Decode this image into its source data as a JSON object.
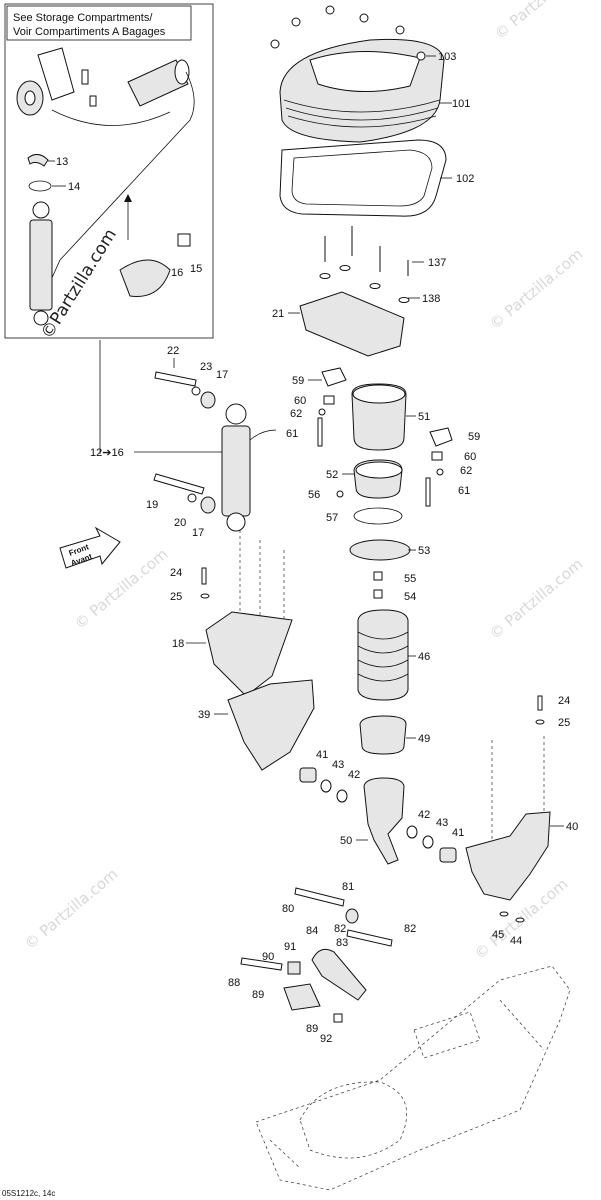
{
  "inset": {
    "title_line1": "See Storage Compartments/",
    "title_line2": "Voir Compartiments A Bagages"
  },
  "watermark": {
    "text": "© Partzilla.com",
    "main_text": "©Partzilla.com"
  },
  "direction_arrow": {
    "line1": "Front",
    "line2": "Avant"
  },
  "callouts": {
    "c13": "13",
    "c14": "14",
    "c15": "15",
    "c16": "16",
    "c12_16": "12➔16",
    "c17a": "17",
    "c17b": "17",
    "c18": "18",
    "c19": "19",
    "c20": "20",
    "c21": "21",
    "c22": "22",
    "c23": "23",
    "c24a": "24",
    "c24b": "24",
    "c25a": "25",
    "c25b": "25",
    "c39": "39",
    "c40": "40",
    "c41a": "41",
    "c41b": "41",
    "c42a": "42",
    "c42b": "42",
    "c43a": "43",
    "c43b": "43",
    "c44": "44",
    "c45": "45",
    "c46": "46",
    "c49": "49",
    "c50": "50",
    "c51": "51",
    "c52": "52",
    "c53": "53",
    "c54": "54",
    "c55": "55",
    "c56": "56",
    "c57": "57",
    "c59a": "59",
    "c59b": "59",
    "c60a": "60",
    "c60b": "60",
    "c61a": "61",
    "c61b": "61",
    "c62a": "62",
    "c62b": "62",
    "c80": "80",
    "c81": "81",
    "c82a": "82",
    "c82b": "82",
    "c83": "83",
    "c84": "84",
    "c88": "88",
    "c89a": "89",
    "c89b": "89",
    "c90": "90",
    "c91": "91",
    "c92": "92",
    "c101": "101",
    "c102": "102",
    "c103": "103",
    "c137": "137",
    "c138": "138"
  },
  "footer_code": "05S1212c, 14c"
}
